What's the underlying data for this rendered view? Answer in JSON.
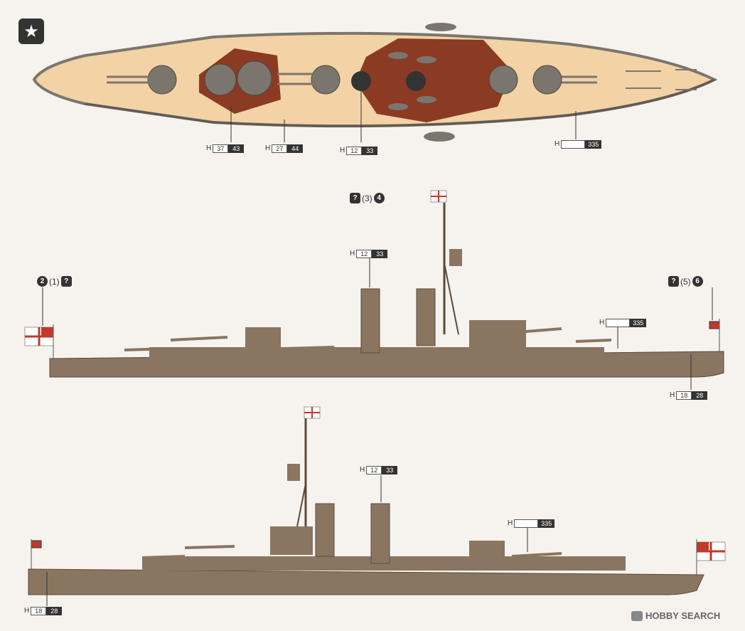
{
  "badge": {
    "icon": "star-icon",
    "glyph": "★"
  },
  "plan_view": {
    "callouts": [
      {
        "prefix": "H",
        "light": "37",
        "dark": "43"
      },
      {
        "prefix": "H",
        "light": "27",
        "dark": "44"
      },
      {
        "prefix": "H",
        "light": "12",
        "dark": "33"
      },
      {
        "prefix": "H",
        "light": "",
        "dark": "335"
      }
    ]
  },
  "profile_1": {
    "flag_seq": [
      {
        "kind": "q",
        "text": "?"
      },
      {
        "kind": "paren",
        "text": "(3)"
      },
      {
        "kind": "c",
        "text": "4"
      }
    ],
    "left_seq": [
      {
        "kind": "c",
        "text": "2"
      },
      {
        "kind": "paren",
        "text": "(1)"
      },
      {
        "kind": "q",
        "text": "?"
      }
    ],
    "right_seq": [
      {
        "kind": "q",
        "text": "?"
      },
      {
        "kind": "paren",
        "text": "(5)"
      },
      {
        "kind": "c",
        "text": "6"
      }
    ],
    "callouts": [
      {
        "prefix": "H",
        "light": "12",
        "dark": "33"
      },
      {
        "prefix": "H",
        "light": "",
        "dark": "335"
      },
      {
        "prefix": "H",
        "light": "18",
        "dark": "28"
      }
    ]
  },
  "profile_2": {
    "callouts": [
      {
        "prefix": "H",
        "light": "12",
        "dark": "33"
      },
      {
        "prefix": "H",
        "light": "",
        "dark": "335"
      },
      {
        "prefix": "H",
        "light": "18",
        "dark": "28"
      }
    ]
  },
  "colors": {
    "hull": "#8a7560",
    "deck": "#f3d2a6",
    "red_deck": "#8b3a24",
    "gray": "#7b766d",
    "ink": "#333333"
  },
  "watermark": {
    "text": "HOBBY SEARCH",
    "icon": "hobbysearch-logo-icon"
  }
}
